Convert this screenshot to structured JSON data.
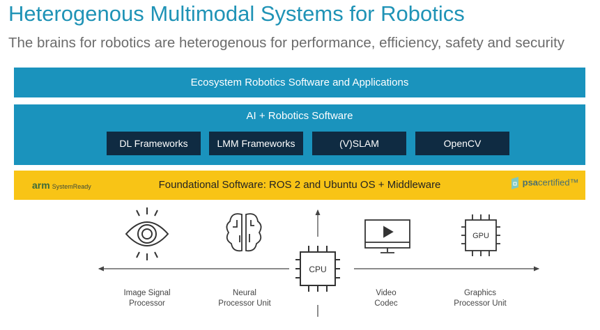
{
  "title": "Heterogenous Multimodal Systems for Robotics",
  "subtitle": "The brains for robotics are heterogenous for performance, efficiency, safety and security",
  "layers": {
    "ecosystem": "Ecosystem Robotics Software and Applications",
    "ai": {
      "title": "AI + Robotics Software",
      "boxes": [
        "DL Frameworks",
        "LMM Frameworks",
        "(V)SLAM",
        "OpenCV"
      ]
    },
    "foundation": {
      "label": "Foundational Software: ROS 2 and Ubuntu OS + Middleware",
      "arm_logo": "arm",
      "arm_suffix": "SystemReady",
      "psa_logo_a": "psa",
      "psa_logo_b": "certified™"
    }
  },
  "processors": {
    "cpu": "CPU",
    "gpu": "GPU",
    "isp": [
      "Image Signal",
      "Processor"
    ],
    "npu": [
      "Neural",
      "Processor Unit"
    ],
    "video": [
      "Video",
      "Codec"
    ],
    "graphics": [
      "Graphics",
      "Processor Unit"
    ]
  },
  "colors": {
    "teal": "#1a93bd",
    "dark": "#0f2b42",
    "yellow": "#f8c416"
  }
}
